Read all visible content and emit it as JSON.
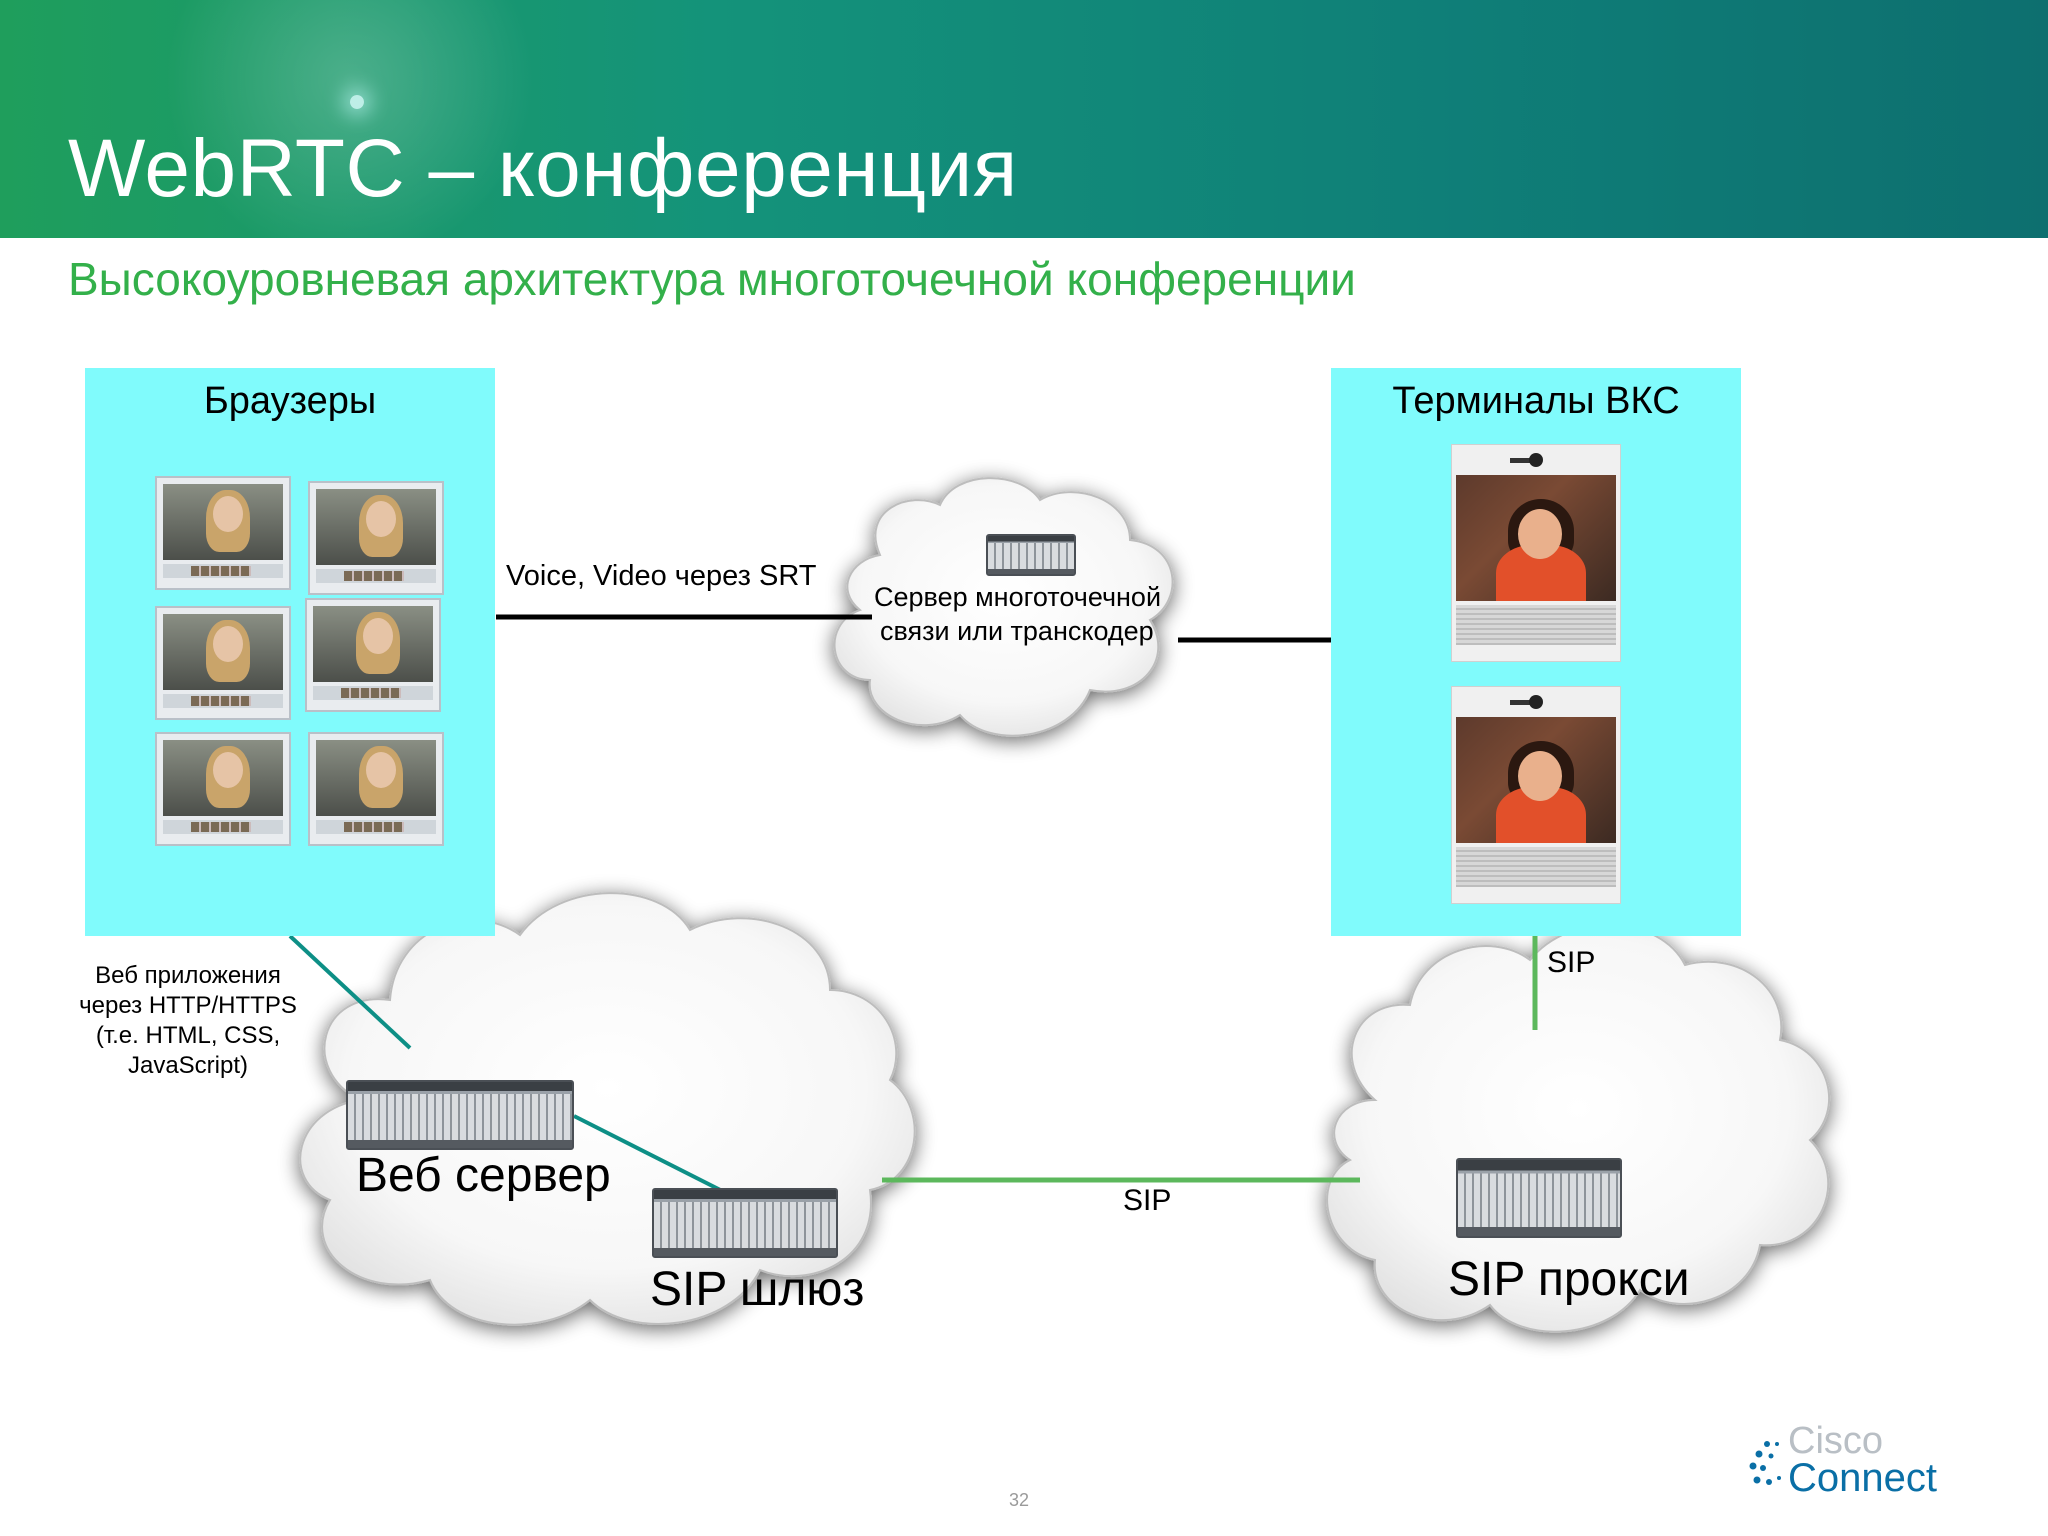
{
  "slide": {
    "title": "WebRTC – конференция",
    "subtitle": "Высокоуровневая архитектура многоточечной конференции",
    "page_number": "32"
  },
  "browsers": {
    "title": "Браузеры",
    "count": 6
  },
  "terminals": {
    "title": "Терминалы ВКС",
    "count": 2
  },
  "mcu": {
    "label_line1": "Сервер многоточечной",
    "label_line2": "связи или транскодер"
  },
  "links": {
    "media": "Voice, Video через SRT",
    "webapp_line1": "Веб приложения",
    "webapp_line2": "через HTTP/HTTPS",
    "webapp_line3": "(т.е. HTML, CSS,",
    "webapp_line4": "JavaScript)",
    "sip_terminals": "SIP",
    "sip_trunk": "SIP"
  },
  "nodes": {
    "web_server": "Веб сервер",
    "sip_gateway": "SIP шлюз",
    "sip_proxy": "SIP прокси"
  },
  "logo": {
    "line1": "Cisco",
    "line2": "Connect"
  },
  "colors": {
    "header": "#14937a",
    "subtitle": "#33b04a",
    "panel": "#80fbfc",
    "teal_link": "#0d8f86",
    "green_link": "#5cb85c",
    "logo_blue": "#0a6fa6"
  }
}
